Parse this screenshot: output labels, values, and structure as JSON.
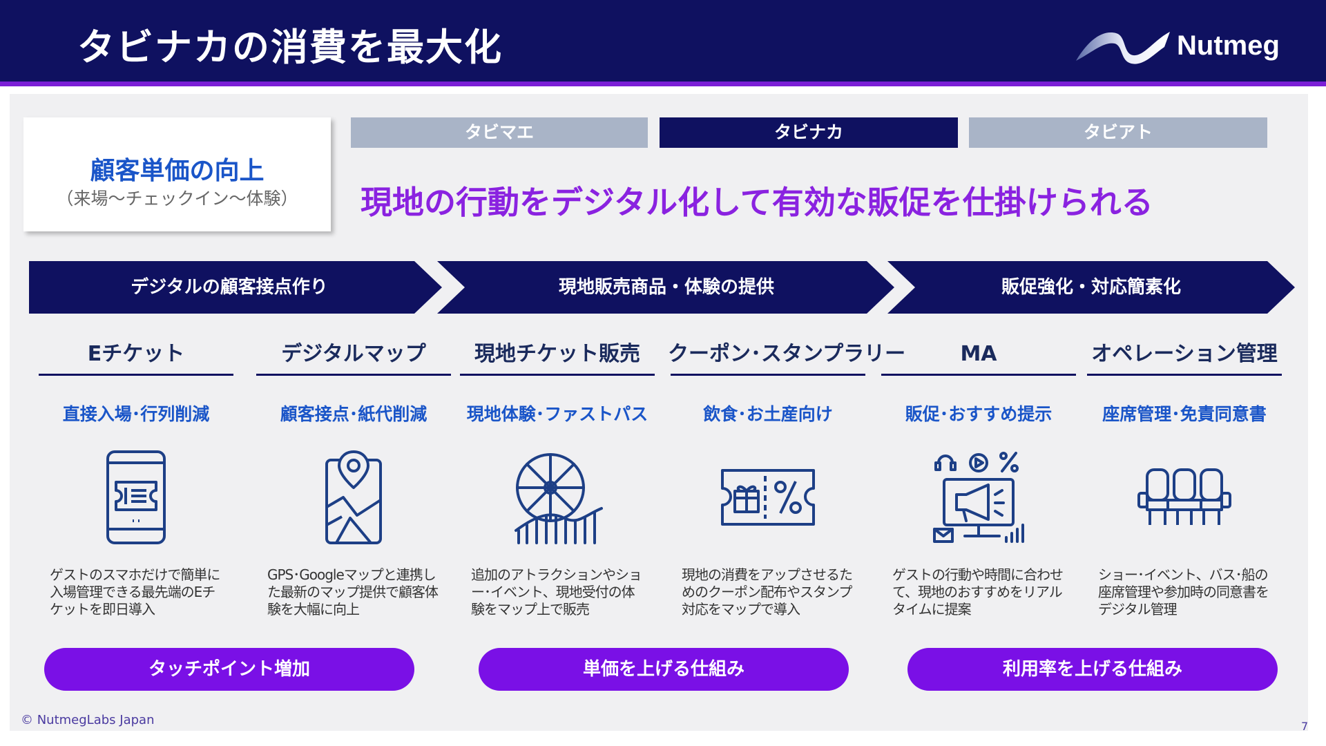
{
  "header": {
    "title": "タビナカの消費を最大化",
    "logo_text": "Nutmeg"
  },
  "value_box": {
    "title": "顧客単価の向上",
    "subtitle": "（来場〜チェックイン〜体験）"
  },
  "phases": [
    "タビマエ",
    "タビナカ",
    "タビアト"
  ],
  "headline": "現地の行動をデジタル化して有効な販促を仕掛けられる",
  "chevrons": [
    "デジタルの顧客接点作り",
    "現地販売商品・体験の提供",
    "販促強化・対応簡素化"
  ],
  "columns": [
    {
      "title": "Eチケット",
      "subtitle": "直接入場･行列削減",
      "icon": "phone-ticket-icon",
      "desc": "ゲストのスマホだけで簡単に入場管理できる最先端のEチケットを即日導入"
    },
    {
      "title": "デジタルマップ",
      "subtitle": "顧客接点･紙代削減",
      "icon": "map-pin-icon",
      "desc": "GPS･Googleマップと連携した最新のマップ提供で顧客体験を大幅に向上"
    },
    {
      "title": "現地チケット販売",
      "subtitle": "現地体験･ファストパス",
      "icon": "ferris-wheel-icon",
      "desc": "追加のアトラクションやショー･イベント、現地受付の体験をマップ上で販売"
    },
    {
      "title": "クーポン･スタンプラリー",
      "subtitle": "飲食･お土産向け",
      "icon": "coupon-icon",
      "desc": "現地の消費をアップさせるためのクーポン配布やスタンプ対応をマップで導入"
    },
    {
      "title": "MA",
      "subtitle": "販促･おすすめ提示",
      "icon": "marketing-automation-icon",
      "desc": "ゲストの行動や時間に合わせて、現地のおすすめをリアルタイムに提案"
    },
    {
      "title": "オペレーション管理",
      "subtitle": "座席管理･免責同意書",
      "icon": "seats-icon",
      "desc": "ショー･イベント、バス･船の座席管理や参加時の同意書をデジタル管理"
    }
  ],
  "pills": [
    "タッチポイント増加",
    "単価を上げる仕組み",
    "利用率を上げる仕組み"
  ],
  "footer": {
    "copyright": "© NutmegLabs Japan",
    "page_number": "7"
  },
  "colors": {
    "navy": "#0f1160",
    "purple": "#7a10e6",
    "accent_blue": "#1a55c8",
    "headline_purple": "#8a22e0",
    "phase_gray": "#a9b4c7"
  }
}
